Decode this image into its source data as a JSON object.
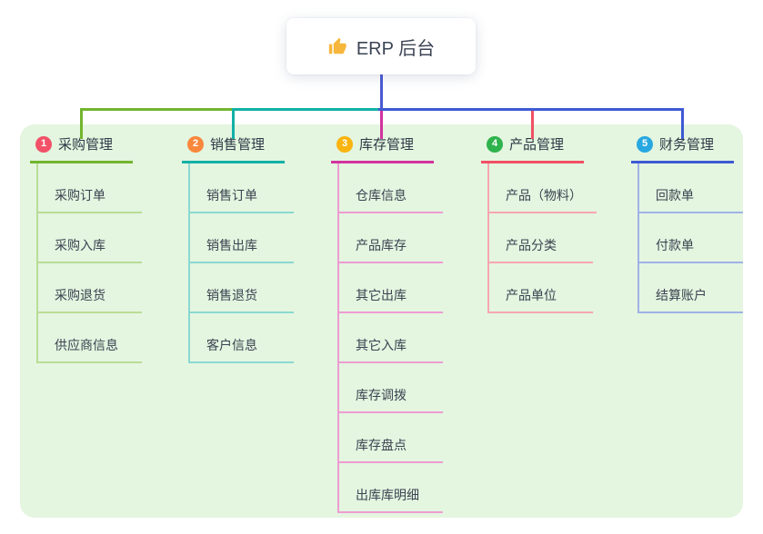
{
  "root": {
    "label": "ERP 后台",
    "icon": "thumbs-up-icon",
    "card_color": "#ffffff",
    "connector_color": "#4a5ad1"
  },
  "board": {
    "background_color": "#e4f5e0"
  },
  "branches": [
    {
      "number": "1",
      "label": "采购管理",
      "badge_color": "#f25268",
      "line_color": "#72b52e",
      "light_line_color": "#b9dd96",
      "children": [
        "采购订单",
        "采购入库",
        "采购退货",
        "供应商信息"
      ]
    },
    {
      "number": "2",
      "label": "销售管理",
      "badge_color": "#f9883c",
      "line_color": "#12b0a6",
      "light_line_color": "#8ad9d2",
      "children": [
        "销售订单",
        "销售出库",
        "销售退货",
        "客户信息"
      ]
    },
    {
      "number": "3",
      "label": "库存管理",
      "badge_color": "#f9b40f",
      "line_color": "#d2339e",
      "light_line_color": "#ed9cd2",
      "children": [
        "仓库信息",
        "产品库存",
        "其它出库",
        "其它入库",
        "库存调拨",
        "库存盘点",
        "出库库明细"
      ]
    },
    {
      "number": "4",
      "label": "产品管理",
      "badge_color": "#2fb34c",
      "line_color": "#f05064",
      "light_line_color": "#f7a6b0",
      "children": [
        "产品（物料）",
        "产品分类",
        "产品单位"
      ]
    },
    {
      "number": "5",
      "label": "财务管理",
      "badge_color": "#28a8e0",
      "line_color": "#3d5ad3",
      "light_line_color": "#9fb2e7",
      "children": [
        "回款单",
        "付款单",
        "结算账户"
      ]
    }
  ]
}
